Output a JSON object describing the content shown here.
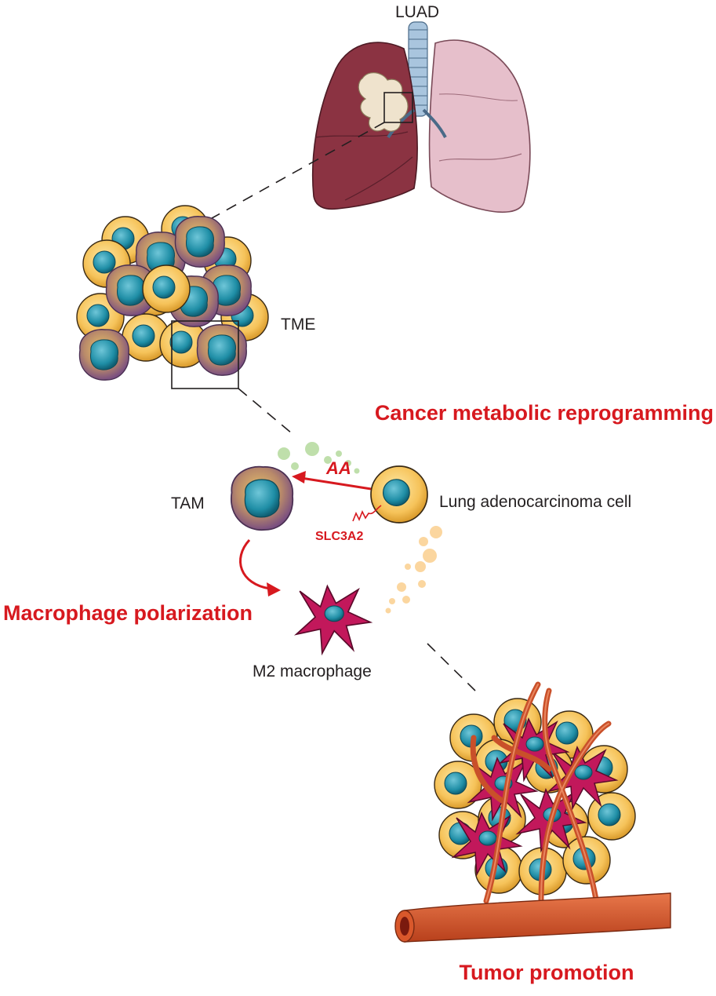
{
  "labels": {
    "luad": "LUAD",
    "tme": "TME",
    "cancer_metabolic": "Cancer metabolic reprogramming",
    "aa": "AA",
    "tam": "TAM",
    "lung_cell": "Lung adenocarcinoma cell",
    "slc3a2": "SLC3A2",
    "macrophage_polarization": "Macrophage polarization",
    "m2_macrophage": "M2 macrophage",
    "tumor_promotion": "Tumor promotion"
  },
  "colors": {
    "accent_red": "#d7191f",
    "lung_left": "#8b3342",
    "lung_right": "#e6bfcb",
    "tumor_cell_fill": "#f6c35a",
    "nucleus": "#1f8ea6",
    "tam_membrane": "#8a5a86",
    "m2_macrophage": "#c2185b",
    "blood_vessel": "#d9582b"
  }
}
